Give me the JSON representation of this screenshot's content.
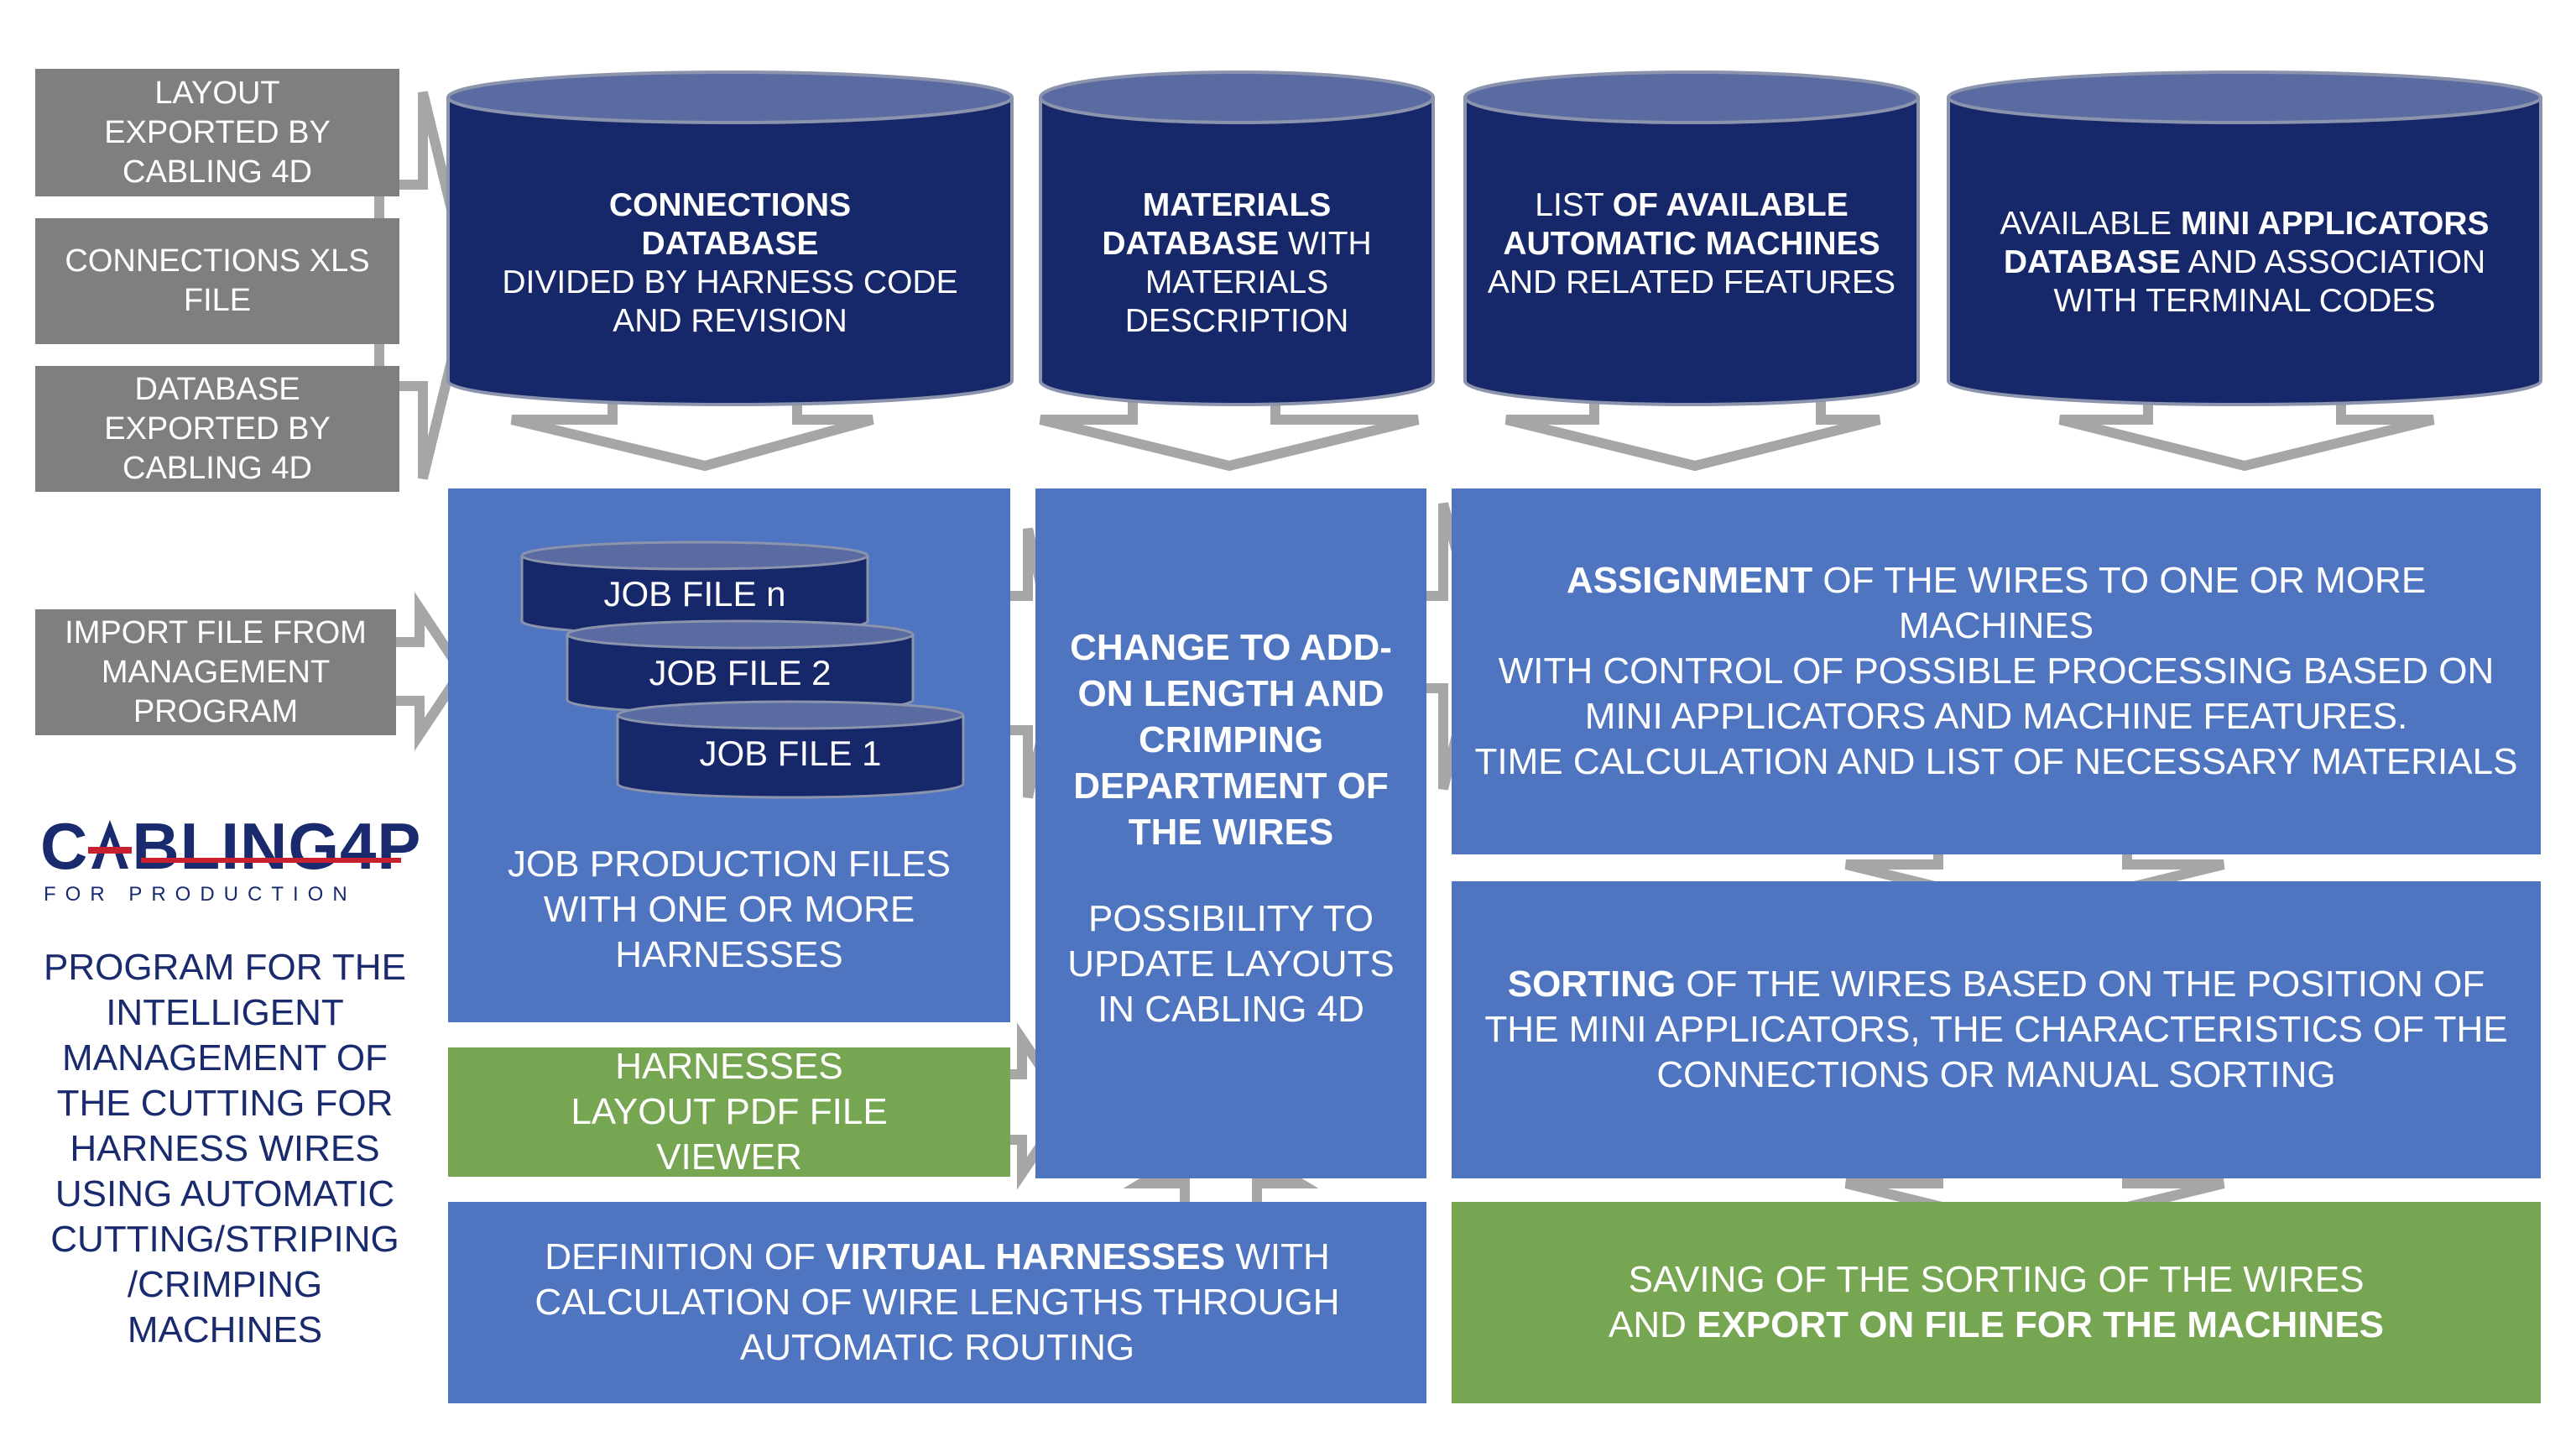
{
  "inputs": {
    "layout": "LAYOUT EXPORTED BY CABLING 4D",
    "connections_xls": "CONNECTIONS XLS FILE",
    "database": "DATABASE EXPORTED BY CABLING 4D",
    "import_file": "IMPORT FILE FROM MANAGEMENT PROGRAM"
  },
  "databases": {
    "connections": {
      "bold": "CONNECTIONS DATABASE",
      "rest": "DIVIDED BY HARNESS CODE AND REVISION"
    },
    "materials": {
      "bold": "MATERIALS DATABASE",
      "rest": "WITH MATERIALS DESCRIPTION"
    },
    "machines": {
      "pre": "LIST",
      "bold": "OF AVAILABLE AUTOMATIC MACHINES",
      "rest": "AND RELATED FEATURES"
    },
    "applicators": {
      "pre": "AVAILABLE",
      "bold1": "MINI APPLICATORS",
      "bold2": "DATABASE",
      "rest": "AND ASSOCIATION WITH TERMINAL CODES"
    }
  },
  "job_files": {
    "n": "JOB FILE n",
    "two": "JOB FILE 2",
    "one": "JOB FILE 1",
    "description": "JOB PRODUCTION FILES WITH ONE OR MORE HARNESSES"
  },
  "change": {
    "bold": "CHANGE TO ADD-ON LENGTH AND CRIMPING DEPARTMENT OF THE WIRES",
    "text": "POSSIBILITY TO UPDATE LAYOUTS IN CABLING 4D"
  },
  "pdf_viewer": "HARNESSES LAYOUT PDF FILE VIEWER",
  "virtual": {
    "pre": "DEFINITION OF",
    "bold": "VIRTUAL HARNESSES",
    "rest": "WITH CALCULATION OF WIRE LENGTHS THROUGH AUTOMATIC ROUTING"
  },
  "assignment": {
    "bold": "ASSIGNMENT",
    "line1": "OF THE WIRES TO ONE OR MORE MACHINES",
    "line2": "WITH CONTROL OF POSSIBLE PROCESSING BASED ON MINI APPLICATORS AND MACHINE FEATURES.",
    "line3": "TIME CALCULATION AND LIST OF NECESSARY MATERIALS"
  },
  "sorting": {
    "bold": "SORTING",
    "rest": "OF THE WIRES BASED ON THE POSITION OF THE MINI APPLICATORS, THE CHARACTERISTICS OF THE CONNECTIONS OR MANUAL SORTING"
  },
  "saving": {
    "line1": "SAVING OF THE SORTING OF THE WIRES",
    "pre2": "AND",
    "bold2": "EXPORT ON FILE FOR THE MACHINES"
  },
  "logo": {
    "name_part1": "C",
    "name_part2": "BLING4P",
    "tagline": "FOR PRODUCTION"
  },
  "program_description": "PROGRAM FOR THE INTELLIGENT MANAGEMENT OF THE CUTTING FOR HARNESS WIRES USING AUTOMATIC CUTTING/STRIPING /CRIMPING MACHINES",
  "colors": {
    "navy": "#162869",
    "blue": "#4f75c1",
    "green": "#77a653",
    "gray": "#7f7f7f",
    "arrow_fill": "#ffffff",
    "arrow_stroke": "#a6a6a6",
    "logo_red": "#c8202e"
  }
}
